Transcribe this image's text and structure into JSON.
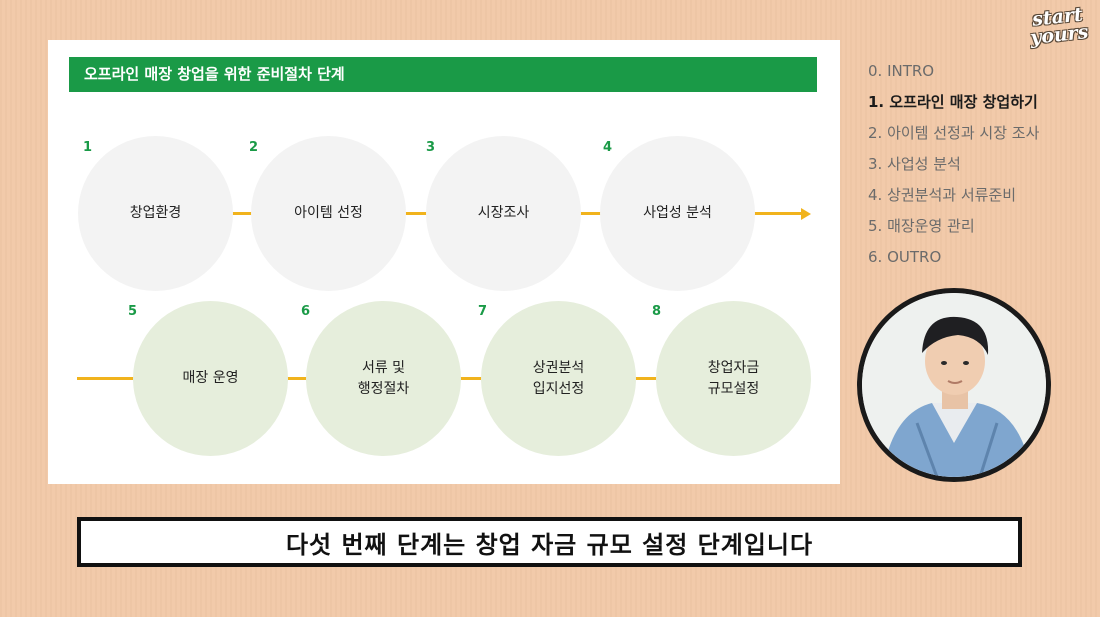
{
  "slide": {
    "title": "오프라인 매장 창업을 위한 준비절차 단계",
    "steps": [
      {
        "num": "1",
        "label": "창업환경"
      },
      {
        "num": "2",
        "label": "아이템 선정"
      },
      {
        "num": "3",
        "label": "시장조사"
      },
      {
        "num": "4",
        "label": "사업성 분석"
      },
      {
        "num": "5",
        "label": "매장 운영"
      },
      {
        "num": "6",
        "label": "서류 및\n행정절차"
      },
      {
        "num": "7",
        "label": "상권분석\n입지선정"
      },
      {
        "num": "8",
        "label": "창업자금\n규모설정"
      }
    ]
  },
  "toc": {
    "items": [
      "0. INTRO",
      "1. 오프라인 매장 창업하기",
      "2. 아이템 선정과 시장 조사",
      "3. 사업성 분석",
      "4. 상권분석과 서류준비",
      "5. 매장운영 관리",
      "6. OUTRO"
    ],
    "active_index": 1
  },
  "logo": {
    "line1": "start",
    "line2": "yours"
  },
  "subtitle": "다섯 번째 단계는 창업 자금 규모 설정 단계입니다",
  "colors": {
    "background": "#f2c9a8",
    "title_bar": "#1a9a47",
    "connector": "#f1b31c",
    "circle_row1": "#f3f3f3",
    "circle_row2": "#e6eedc"
  }
}
